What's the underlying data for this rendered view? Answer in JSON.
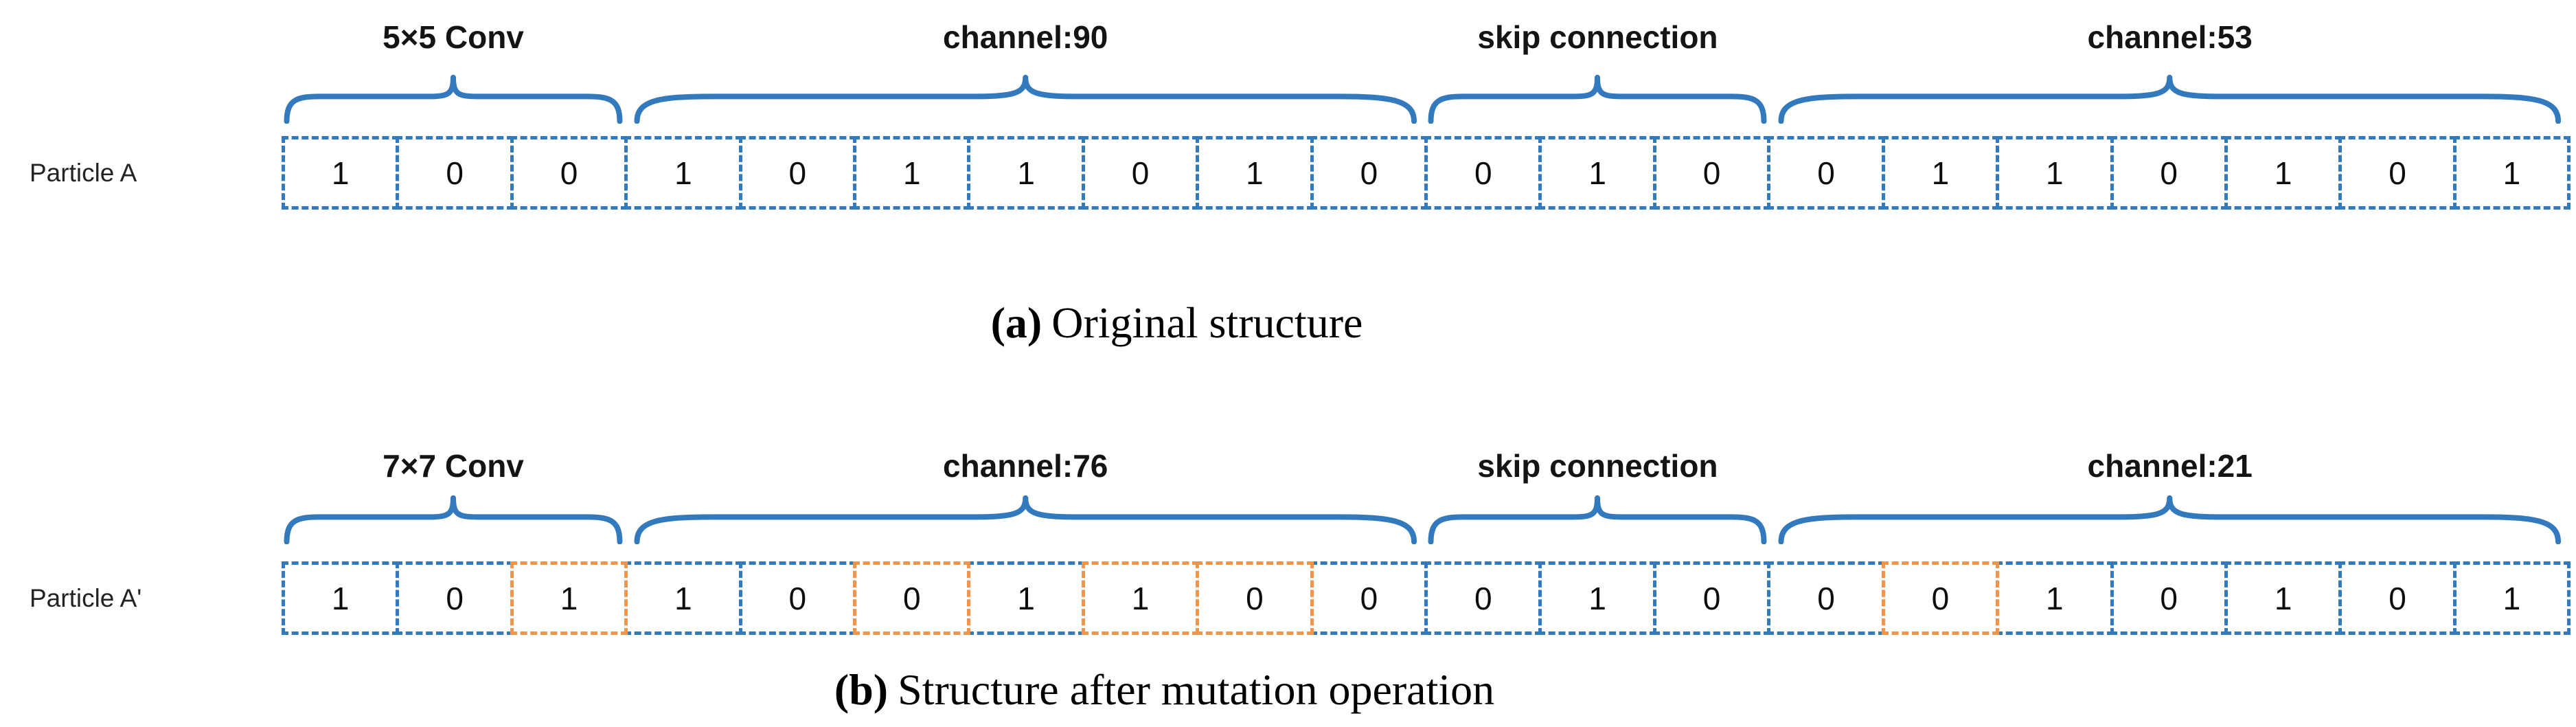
{
  "colors": {
    "blue": "#3279BD",
    "orange": "#F2954B"
  },
  "panel_a": {
    "particle_label": "Particle A",
    "segments": [
      {
        "label": "5×5 Conv",
        "cells": 3
      },
      {
        "label": "channel:90",
        "cells": 7
      },
      {
        "label": "skip connection",
        "cells": 3
      },
      {
        "label": "channel:53",
        "cells": 7
      }
    ],
    "values": [
      "1",
      "0",
      "0",
      "1",
      "0",
      "1",
      "1",
      "0",
      "1",
      "0",
      "0",
      "1",
      "0",
      "0",
      "1",
      "1",
      "0",
      "1",
      "0",
      "1"
    ],
    "mutated": [],
    "caption_tag": "(a)",
    "caption_text": "Original structure"
  },
  "panel_b": {
    "particle_label": "Particle A'",
    "segments": [
      {
        "label": "7×7 Conv",
        "cells": 3
      },
      {
        "label": "channel:76",
        "cells": 7
      },
      {
        "label": "skip connection",
        "cells": 3
      },
      {
        "label": "channel:21",
        "cells": 7
      }
    ],
    "values": [
      "1",
      "0",
      "1",
      "1",
      "0",
      "0",
      "1",
      "1",
      "0",
      "0",
      "0",
      "1",
      "0",
      "0",
      "0",
      "1",
      "0",
      "1",
      "0",
      "1"
    ],
    "mutated": [
      2,
      5,
      7,
      8,
      14
    ],
    "caption_tag": "(b)",
    "caption_text": "Structure after mutation operation"
  }
}
